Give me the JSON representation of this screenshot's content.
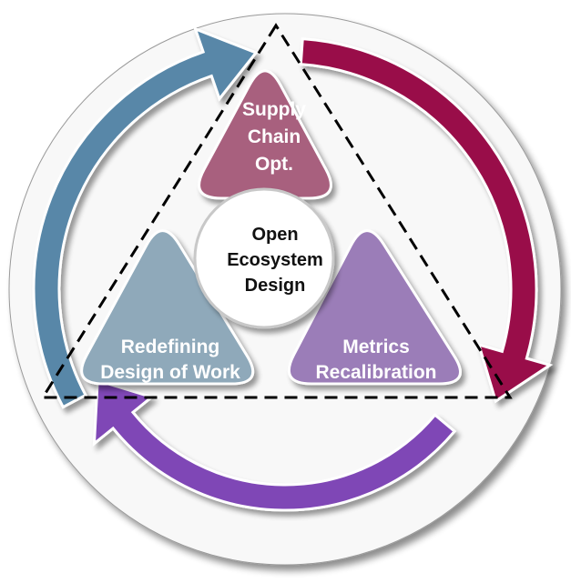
{
  "diagram": {
    "center": {
      "lines": [
        "Open",
        "Ecosystem",
        "Design"
      ]
    },
    "segments": [
      {
        "id": "supply-chain",
        "lines": [
          "Supply",
          "Chain",
          "Opt."
        ],
        "color": "#a8617e"
      },
      {
        "id": "design-of-work",
        "lines": [
          "Redefining",
          "Design of Work"
        ],
        "color": "#8fa9ba"
      },
      {
        "id": "metrics",
        "lines": [
          "Metrics",
          "Recalibration"
        ],
        "color": "#9b7db8"
      }
    ],
    "cycle_arrows": [
      {
        "id": "blue",
        "color": "#5887a8",
        "direction": "clockwise",
        "from": "design-of-work",
        "to": "supply-chain"
      },
      {
        "id": "magenta",
        "color": "#991048",
        "direction": "clockwise",
        "from": "supply-chain",
        "to": "metrics"
      },
      {
        "id": "purple",
        "color": "#7f47b6",
        "direction": "clockwise",
        "from": "metrics",
        "to": "design-of-work"
      }
    ],
    "colors": {
      "disc": "#f8f8f8",
      "center_fill": "#ffffff",
      "center_text": "#111111",
      "segment_text": "#ffffff",
      "dashed_triangle": "#000000"
    }
  }
}
